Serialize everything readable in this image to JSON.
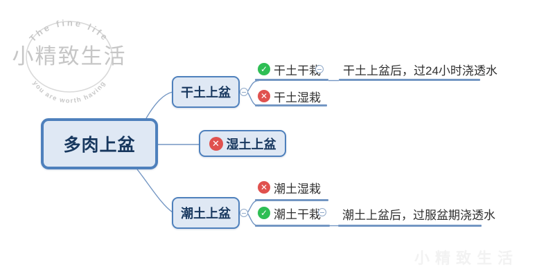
{
  "stamp": {
    "arc_top": "The fine life",
    "center": "小精致生活",
    "arc_bottom": "you are worth having"
  },
  "faint_mark": "小精致生活",
  "glyphs": {
    "check": "✓",
    "cross": "✕"
  },
  "root": {
    "label": "多肉上盆"
  },
  "branch_dry": {
    "label": "干土上盆",
    "children": [
      {
        "status": "check",
        "label": "干土干栽",
        "note": "干土上盆后，过24小时浇透水"
      },
      {
        "status": "cross",
        "label": "干土湿栽"
      }
    ]
  },
  "branch_wet": {
    "status": "cross",
    "label": "湿土上盆"
  },
  "branch_moist": {
    "label": "潮土上盆",
    "children": [
      {
        "status": "cross",
        "label": "潮土湿栽"
      },
      {
        "status": "check",
        "label": "潮土干栽",
        "note": "潮土上盆后，过服盆期浇透水"
      }
    ]
  },
  "colors": {
    "node_border": "#4e80bc",
    "node_fill": "#dfe8f4",
    "node_text": "#17375e",
    "branch_line": "#7396c3",
    "check_green": "#2ebe54",
    "cross_red": "#e0514e",
    "stamp_gray": "#c9c9c9"
  }
}
